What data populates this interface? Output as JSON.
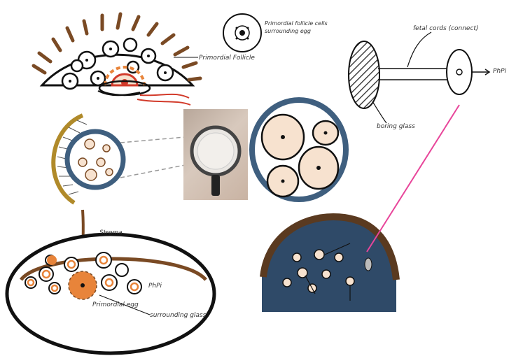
{
  "labels": {
    "follicle_top": "Primordial Follicle",
    "legend_caption": "Primordial follicle cells surrounding egg",
    "fetal_cords": "fetal cords (connect)",
    "barbs": "PhPi",
    "boring_glass": "boring glass",
    "stromal": "Stroma",
    "phpi_bottom": "PhPi",
    "follicle_bottom": "Primordial egg",
    "surrounding": "surrounding glass"
  },
  "colors": {
    "brown": "#7a4a24",
    "orange": "#e8843a",
    "blue": "#3f5f7f",
    "navy": "#2f4a68",
    "peach": "#f7e2cf",
    "magenta": "#e8459a",
    "gold": "#b08a2a"
  }
}
